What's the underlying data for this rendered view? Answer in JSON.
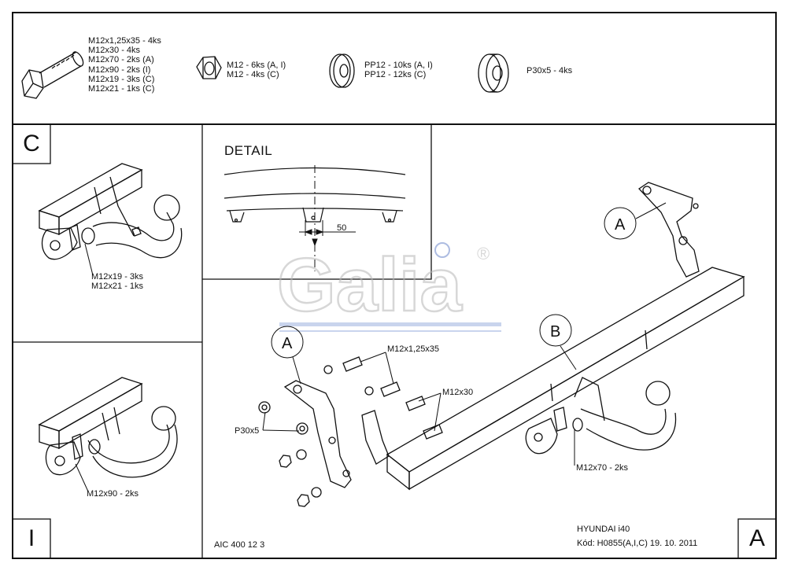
{
  "parts": {
    "bolt": [
      "M12x1,25x35 - 4ks",
      "M12x30 - 4ks",
      "M12x70 - 2ks (A)",
      "M12x90 - 2ks (I)",
      "M12x19 - 3ks (C)",
      "M12x21 - 1ks (C)"
    ],
    "nut": [
      "M12 - 6ks (A, I)",
      "M12 - 4ks (C)"
    ],
    "washer": [
      "PP12 - 10ks (A, I)",
      "PP12 - 12ks (C)"
    ],
    "thick_washer": [
      "P30x5 - 4ks"
    ]
  },
  "panels": {
    "c": {
      "letter": "C",
      "callouts": [
        "M12x19 - 3ks",
        "M12x21 - 1ks"
      ]
    },
    "i": {
      "letter": "I",
      "callout": "M12x90 - 2ks"
    },
    "a": {
      "letter": "A"
    }
  },
  "detail": {
    "title": "DETAIL",
    "dim": "50"
  },
  "main": {
    "balloon_a": "A",
    "balloon_b": "B",
    "callout_bolt_35": "M12x1,25x35",
    "callout_bolt_30": "M12x30",
    "callout_washer": "P30x5",
    "callout_bolt_70": "M12x70 - 2ks"
  },
  "footer": {
    "code": "AIC 400 12 3",
    "model": "HYUNDAI i40",
    "kod": "Kód: H0855(A,I,C) 19. 10. 2011"
  },
  "watermark": {
    "logo_text": "Galia",
    "registered": "®"
  }
}
